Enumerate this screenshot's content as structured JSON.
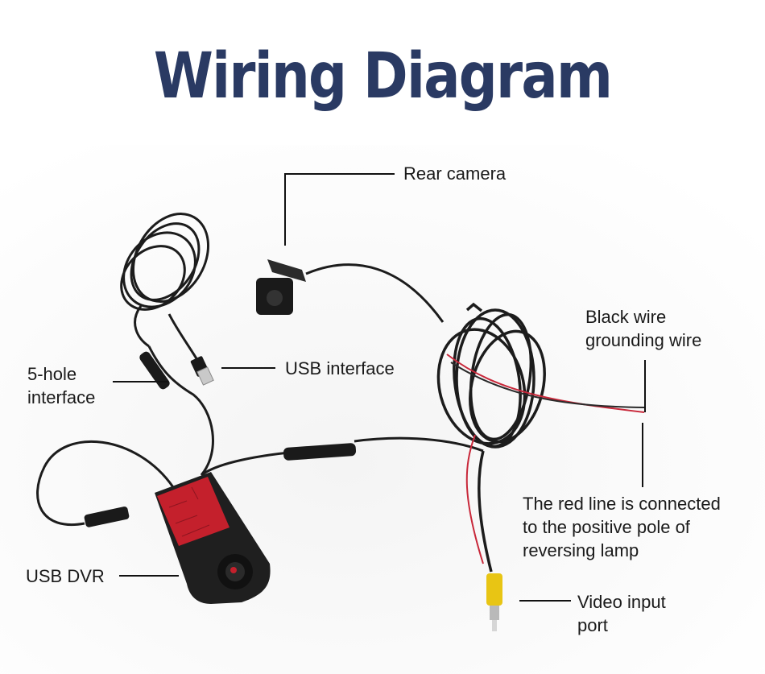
{
  "title": "Wiring Diagram",
  "labels": {
    "rear_camera": "Rear camera",
    "black_wire": [
      "Black wire",
      "grounding wire"
    ],
    "usb_interface": "USB interface",
    "five_hole": [
      "5-hole",
      "interface"
    ],
    "red_line": [
      "The red line is connected",
      "to the positive pole of",
      "reversing lamp"
    ],
    "usb_dvr": "USB DVR",
    "video_input": [
      "Video input",
      "port"
    ]
  },
  "colors": {
    "title": "#2a3a63",
    "cable": "#1c1c1c",
    "red_wire": "#c8283a",
    "connector_yellow": "#e8c514",
    "adhesive_red": "#c4202c"
  }
}
